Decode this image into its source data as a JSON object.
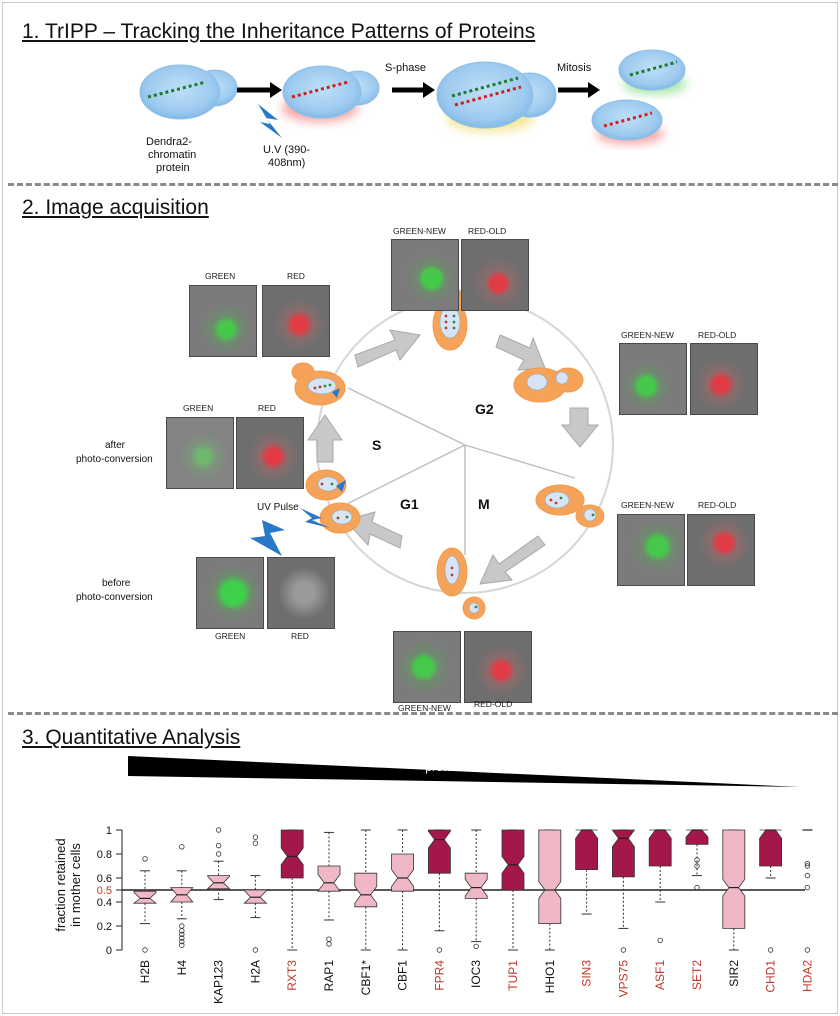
{
  "sections": {
    "s1_title": "1. TrIPP – Tracking the Inheritance Patterns of Proteins",
    "s2_title": "2.  Image acquisition",
    "s3_title": "3. Quantitative Analysis"
  },
  "tripp": {
    "protein_label": [
      "Dendra2-",
      "chromatin",
      "protein"
    ],
    "uv_label": [
      "U.V (390-",
      "408nm)"
    ],
    "sphase_label": "S-phase",
    "mitosis_label": "Mitosis"
  },
  "acquisition": {
    "phases": {
      "s": "S",
      "g2": "G2",
      "m": "M",
      "g1": "G1"
    },
    "green": "GREEN",
    "red": "RED",
    "green_new": "GREEN-NEW",
    "red_old": "RED-OLD",
    "after_label": [
      "after",
      "photo-conversion"
    ],
    "before_label": [
      "before",
      "photo-conversion"
    ],
    "uv_pulse": "UV Pulse"
  },
  "chart_data": {
    "type": "boxplot",
    "ylabel": [
      "fraction retained",
      "in mother cells"
    ],
    "abundance_label": "protein abundance",
    "yticks": [
      "0",
      "0.2",
      "0.4",
      "0.5",
      "0.6",
      "0.8",
      "1"
    ],
    "ylim": [
      0,
      1
    ],
    "reference_line": 0.5,
    "colors": {
      "dark": "#a3174a",
      "light": "#f0b8c6",
      "red_label": "#c0392b",
      "line": "#222222"
    },
    "proteins": [
      {
        "name": "H2B",
        "color": "light",
        "label_red": false,
        "q1": 0.39,
        "median": 0.43,
        "q3": 0.49,
        "w_lo": 0.22,
        "w_hi": 0.66,
        "outliers": [
          0,
          0.76
        ]
      },
      {
        "name": "H4",
        "color": "light",
        "label_red": false,
        "q1": 0.4,
        "median": 0.46,
        "q3": 0.52,
        "w_lo": 0.26,
        "w_hi": 0.66,
        "outliers": [
          0.04,
          0.07,
          0.1,
          0.13,
          0.16,
          0.2,
          0.86
        ]
      },
      {
        "name": "KAP123",
        "color": "light",
        "label_red": false,
        "q1": 0.51,
        "median": 0.56,
        "q3": 0.62,
        "w_lo": 0.42,
        "w_hi": 0.74,
        "outliers": [
          0.8,
          0.87,
          1.0
        ]
      },
      {
        "name": "H2A",
        "color": "light",
        "label_red": false,
        "q1": 0.39,
        "median": 0.44,
        "q3": 0.5,
        "w_lo": 0.27,
        "w_hi": 0.62,
        "outliers": [
          0,
          0.89,
          0.94
        ]
      },
      {
        "name": "RXT3",
        "color": "dark",
        "label_red": true,
        "q1": 0.6,
        "median": 0.78,
        "q3": 1.0,
        "w_lo": 0.0,
        "w_hi": 1.0,
        "outliers": []
      },
      {
        "name": "RAP1",
        "color": "light",
        "label_red": false,
        "q1": 0.49,
        "median": 0.56,
        "q3": 0.7,
        "w_lo": 0.25,
        "w_hi": 0.98,
        "outliers": [
          0.05,
          0.09
        ]
      },
      {
        "name": "CBF1*",
        "color": "light",
        "label_red": false,
        "q1": 0.36,
        "median": 0.46,
        "q3": 0.64,
        "w_lo": 0.0,
        "w_hi": 1.0,
        "outliers": []
      },
      {
        "name": "CBF1",
        "color": "light",
        "label_red": false,
        "q1": 0.49,
        "median": 0.6,
        "q3": 0.8,
        "w_lo": 0.0,
        "w_hi": 1.0,
        "outliers": []
      },
      {
        "name": "FPR4",
        "color": "dark",
        "label_red": true,
        "q1": 0.64,
        "median": 0.92,
        "q3": 1.0,
        "w_lo": 0.16,
        "w_hi": 1.0,
        "outliers": [
          0
        ]
      },
      {
        "name": "IOC3",
        "color": "light",
        "label_red": false,
        "q1": 0.43,
        "median": 0.52,
        "q3": 0.64,
        "w_lo": 0.07,
        "w_hi": 1.0,
        "outliers": [
          0.03
        ]
      },
      {
        "name": "TUP1",
        "color": "dark",
        "label_red": true,
        "q1": 0.5,
        "median": 0.71,
        "q3": 1.0,
        "w_lo": 0.0,
        "w_hi": 1.0,
        "outliers": []
      },
      {
        "name": "HHO1",
        "color": "light",
        "label_red": false,
        "q1": 0.22,
        "median": 0.5,
        "q3": 1.0,
        "w_lo": 0.0,
        "w_hi": 1.0,
        "outliers": []
      },
      {
        "name": "SIN3",
        "color": "dark",
        "label_red": true,
        "q1": 0.67,
        "median": 1.0,
        "q3": 1.0,
        "w_lo": 0.3,
        "w_hi": 1.0,
        "outliers": []
      },
      {
        "name": "VPS75",
        "color": "dark",
        "label_red": true,
        "q1": 0.61,
        "median": 0.93,
        "q3": 1.0,
        "w_lo": 0.18,
        "w_hi": 1.0,
        "outliers": [
          0
        ]
      },
      {
        "name": "ASF1",
        "color": "dark",
        "label_red": true,
        "q1": 0.7,
        "median": 1.0,
        "q3": 1.0,
        "w_lo": 0.4,
        "w_hi": 1.0,
        "outliers": [
          0.08
        ]
      },
      {
        "name": "SET2",
        "color": "dark",
        "label_red": true,
        "q1": 0.88,
        "median": 1.0,
        "q3": 1.0,
        "w_lo": 0.62,
        "w_hi": 1.0,
        "outliers": [
          0.52,
          0.7,
          0.75
        ]
      },
      {
        "name": "SIR2",
        "color": "light",
        "label_red": false,
        "q1": 0.18,
        "median": 0.52,
        "q3": 1.0,
        "w_lo": 0.0,
        "w_hi": 1.0,
        "outliers": []
      },
      {
        "name": "CHD1",
        "color": "dark",
        "label_red": true,
        "q1": 0.7,
        "median": 1.0,
        "q3": 1.0,
        "w_lo": 0.6,
        "w_hi": 1.0,
        "outliers": [
          0
        ]
      },
      {
        "name": "HDA2",
        "color": "dark",
        "label_red": true,
        "q1": 1.0,
        "median": 1.0,
        "q3": 1.0,
        "w_lo": 1.0,
        "w_hi": 1.0,
        "outliers": [
          0,
          0.52,
          0.62,
          0.7,
          0.72
        ]
      }
    ]
  }
}
